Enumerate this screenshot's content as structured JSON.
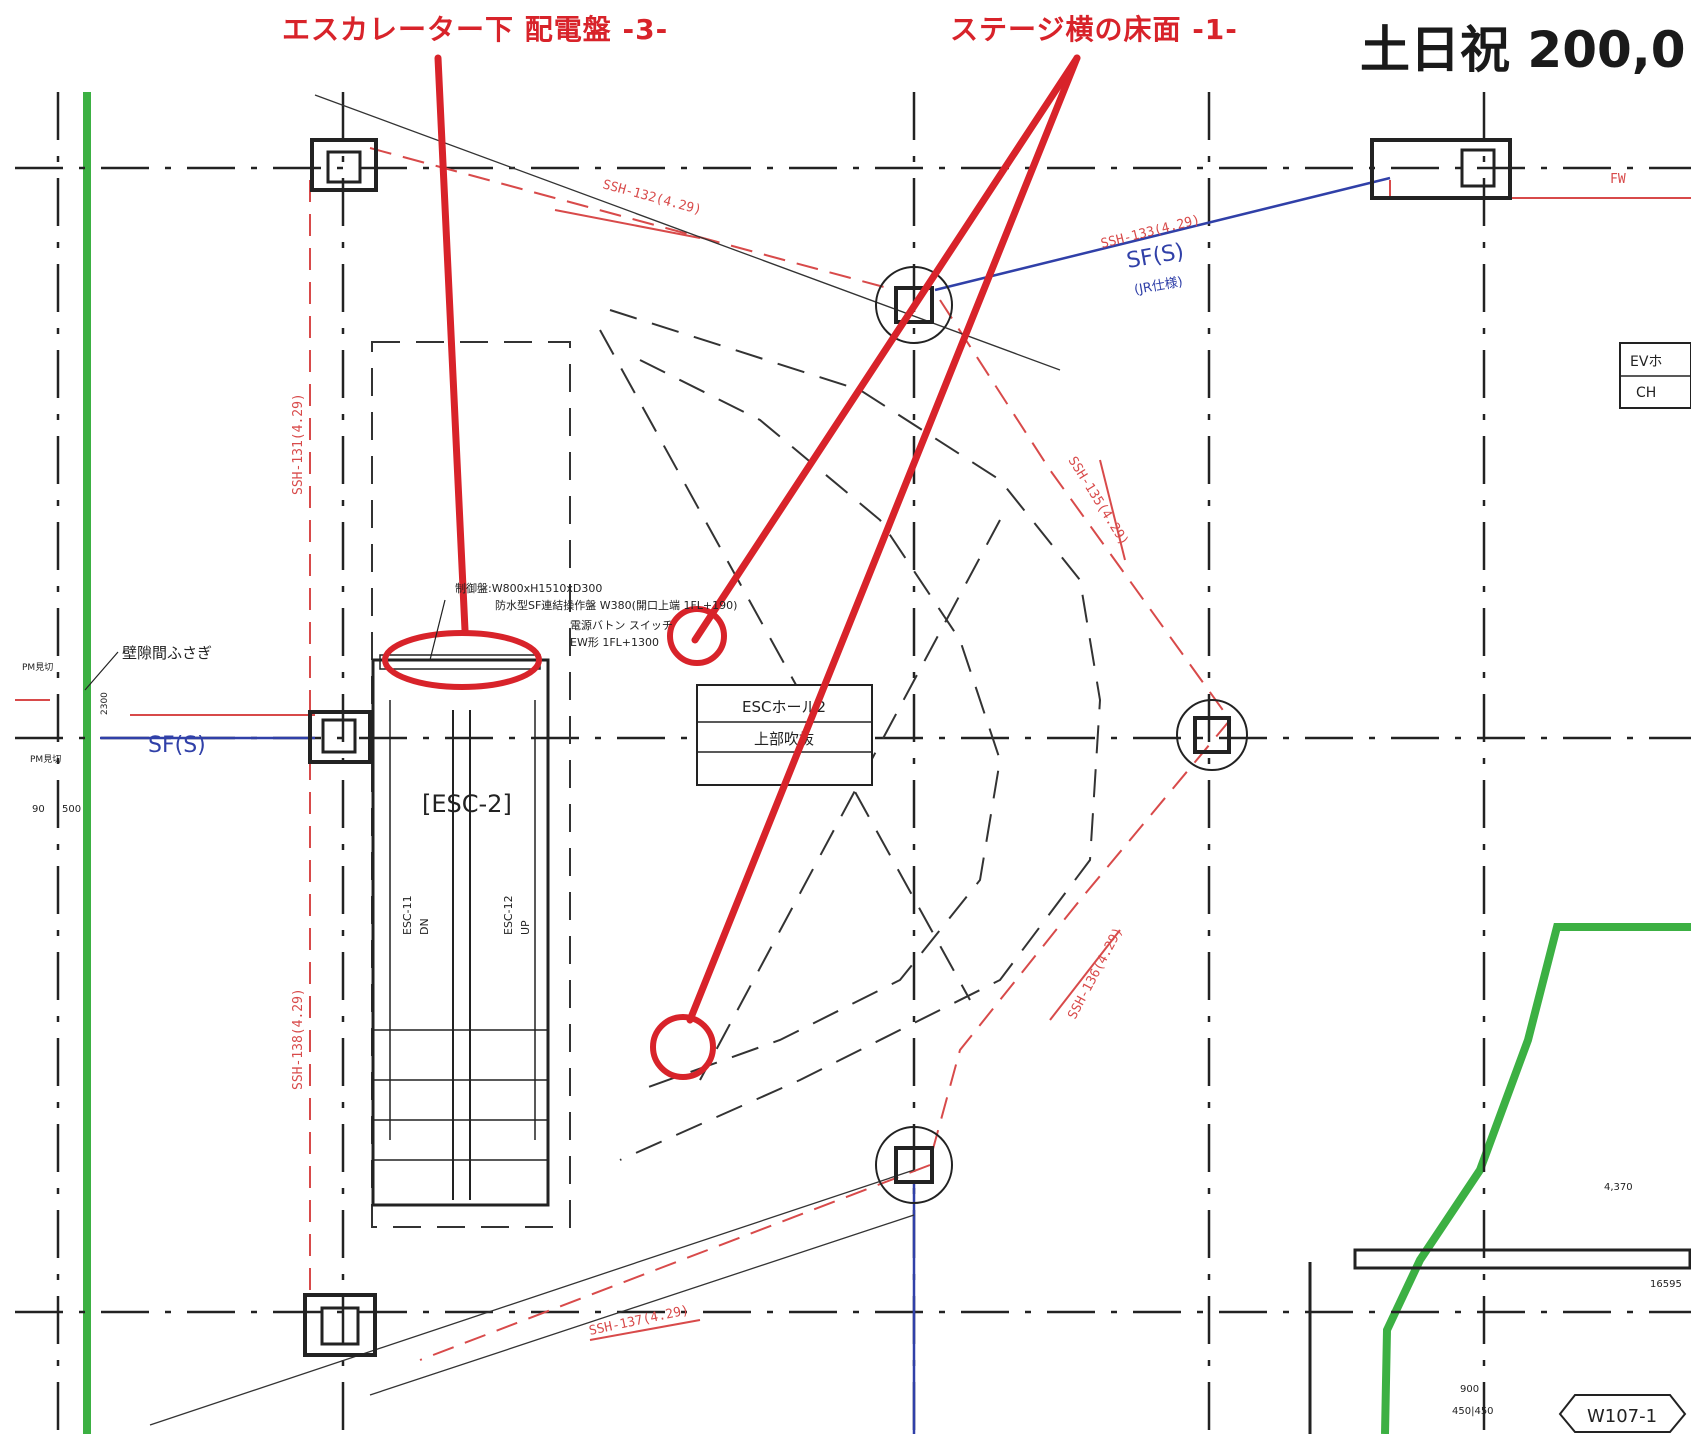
{
  "annotations": {
    "escalator_panel": "エスカレーター下 配電盤 -3-",
    "stage_floor": "ステージ横の床面 -1-",
    "weekend_price": "土日祝 200,0"
  },
  "drawing": {
    "ssh_131": "SSH-131(4.29)",
    "ssh_132": "SSH-132(4.29)",
    "ssh_133": "SSH-133(4.29)",
    "ssh_135": "SSH-135(4.29)",
    "ssh_136": "SSH-136(4.29)",
    "ssh_137": "SSH-137(4.29)",
    "ssh_138": "SSH-138(4.29)",
    "sf_s": "SF(S)",
    "sf_s_left": "SF(S)",
    "jr_spec": "(JR仕様)",
    "esc_label": "[ESC-2]",
    "esc_11": "ESC-11",
    "esc_12": "ESC-12",
    "dn": "DN",
    "up": "UP",
    "esc_hall_1": "ESCホール2",
    "esc_hall_2": "上部吹抜",
    "wall_gap": "壁隙間ふさぎ",
    "panel_note_1": "制御盤:W800xH1510xD300",
    "panel_note_2": "防水型SF連結操作盤 W380(開口上端 1FL+190)",
    "panel_note_3": "電源バトン スイッチ",
    "panel_note_4": "EW形 1FL+1300",
    "ev_hall_1": "EVホ",
    "ev_hall_2": "CH",
    "w107": "W107-1",
    "dim_4370": "4,370",
    "dim_16595": "16595",
    "dim_900": "900",
    "dim_450": "450|450",
    "dim_500": "500",
    "dim_90": "90",
    "dim_2300": "2300",
    "fw": "FW",
    "pm_left_1": "PM見切",
    "pm_left_2": "PM見切"
  },
  "colors": {
    "annotation_red": "#d8232a",
    "dim_red": "#d84a4a",
    "sf_blue": "#3040a8",
    "boundary_green": "#3cb043",
    "line_dark": "#222222"
  }
}
